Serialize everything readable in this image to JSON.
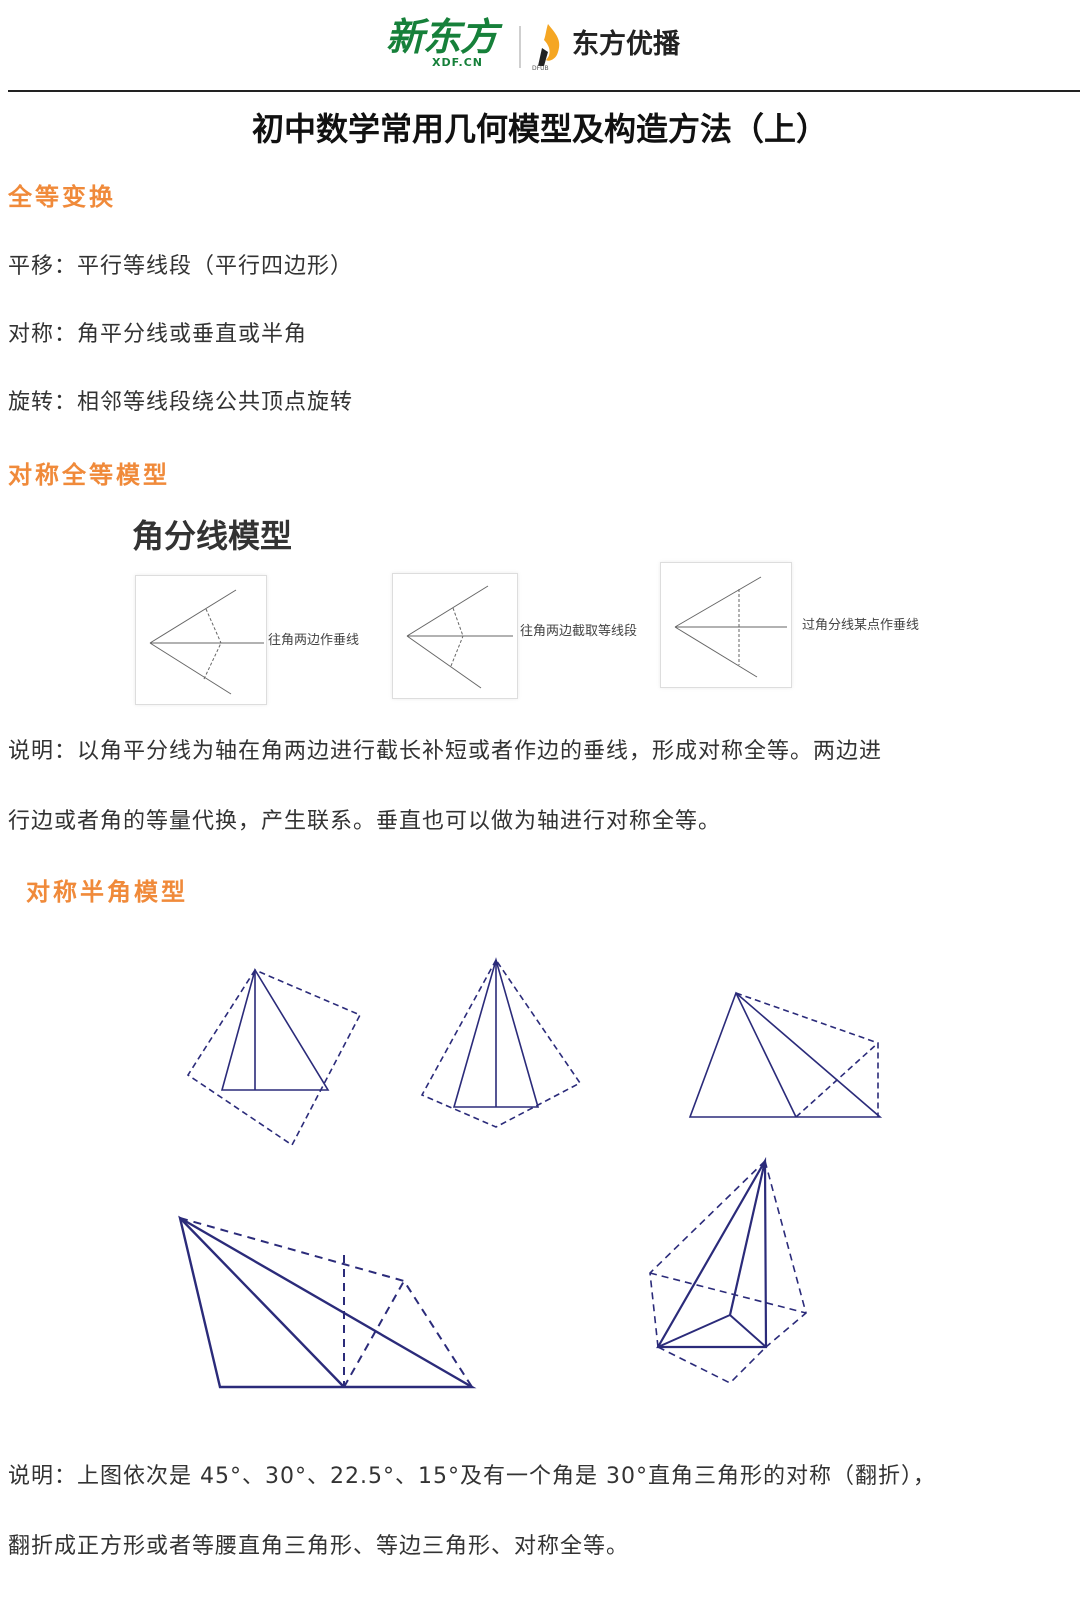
{
  "header": {
    "brand_main": "新东方",
    "brand_sub": "XDF.CN",
    "brand_partner": "东方优播",
    "partner_mark": "DFUB"
  },
  "title": "初中数学常用几何模型及构造方法（上）",
  "sections": {
    "congruent_transform": {
      "heading": "全等变换",
      "lines": [
        "平移：平行等线段（平行四边形）",
        "对称：角平分线或垂直或半角",
        "旋转：相邻等线段绕公共顶点旋转"
      ]
    },
    "symmetric_congruent": {
      "heading": "对称全等模型",
      "image_title": "角分线模型",
      "diagram_labels": [
        "往角两边作垂线",
        "往角两边截取等线段",
        "过角分线某点作垂线"
      ],
      "note_line1": "说明：以角平分线为轴在角两边进行截长补短或者作边的垂线，形成对称全等。两边进",
      "note_line2": "行边或者角的等量代换，产生联系。垂直也可以做为轴进行对称全等。"
    },
    "half_angle": {
      "heading": "对称半角模型",
      "note_line1": "说明：上图依次是 45°、30°、22.5°、15°及有一个角是 30°直角三角形的对称（翻折），",
      "note_line2": "翻折成正方形或者等腰直角三角形、等边三角形、对称全等。"
    }
  },
  "colors": {
    "accent": "#f08a3a",
    "brand_green": "#16803a",
    "figure_line": "#2b2b7a"
  }
}
